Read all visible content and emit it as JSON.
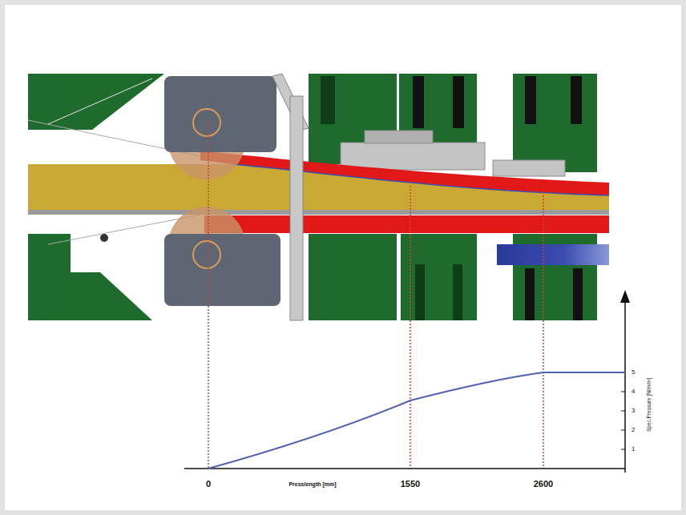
{
  "diagram": {
    "labels": [
      "0",
      "Presslength [mm]",
      "1550",
      "2600",
      "1",
      "2",
      "3",
      "4",
      "5",
      "Spec.Pressure [N/mm²]"
    ]
  }
}
